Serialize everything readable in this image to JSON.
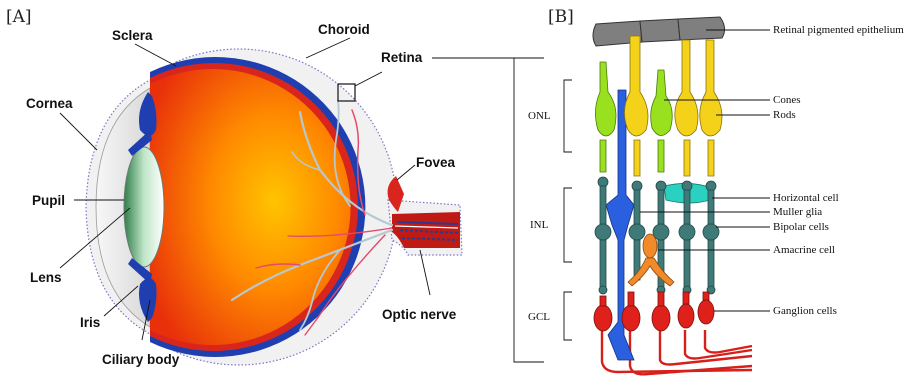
{
  "panels": {
    "a_tag": "[A]",
    "b_tag": "[B]"
  },
  "eye_labels": {
    "sclera": "Sclera",
    "choroid": "Choroid",
    "retina": "Retina",
    "cornea": "Cornea",
    "fovea": "Fovea",
    "pupil": "Pupil",
    "lens": "Lens",
    "iris": "Iris",
    "optic_nerve": "Optic nerve",
    "ciliary_body": "Ciliary body"
  },
  "layer_labels": {
    "onl": "ONL",
    "inl": "INL",
    "gcl": "GCL"
  },
  "cell_labels": {
    "rpe": "Retinal pigmented epithelium",
    "cones": "Cones",
    "rods": "Rods",
    "horizontal": "Horizontal cell",
    "muller": "Muller glia",
    "bipolar": "Bipolar cells",
    "amacrine": "Amacrine cell",
    "ganglion": "Ganglion cells"
  },
  "colors": {
    "sclera_fill": "#f2f2f2",
    "choroid": "#1f3fb0",
    "retina": "#d8261c",
    "vitreous_center": "#ffb400",
    "vitreous_edge": "#e8350a",
    "lens": "#5fa36f",
    "rpe": "#7f7f7f",
    "cone": "#99e01e",
    "rod": "#f5d21a",
    "muller": "#2a5fe0",
    "bipolar": "#3f7a78",
    "horizontal": "#2ad1c0",
    "amacrine": "#f08a2a",
    "ganglion": "#e0201a"
  }
}
